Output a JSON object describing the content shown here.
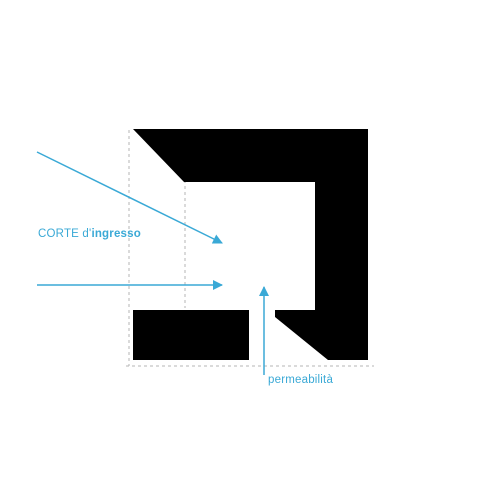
{
  "labels": {
    "corte_prefix": "CORTE d'",
    "corte_bold": "ingresso",
    "permeabilita": "permeabilità"
  },
  "colors": {
    "accent": "#3aa9d6",
    "mass": "#000000",
    "guide": "#b5b5b5"
  }
}
